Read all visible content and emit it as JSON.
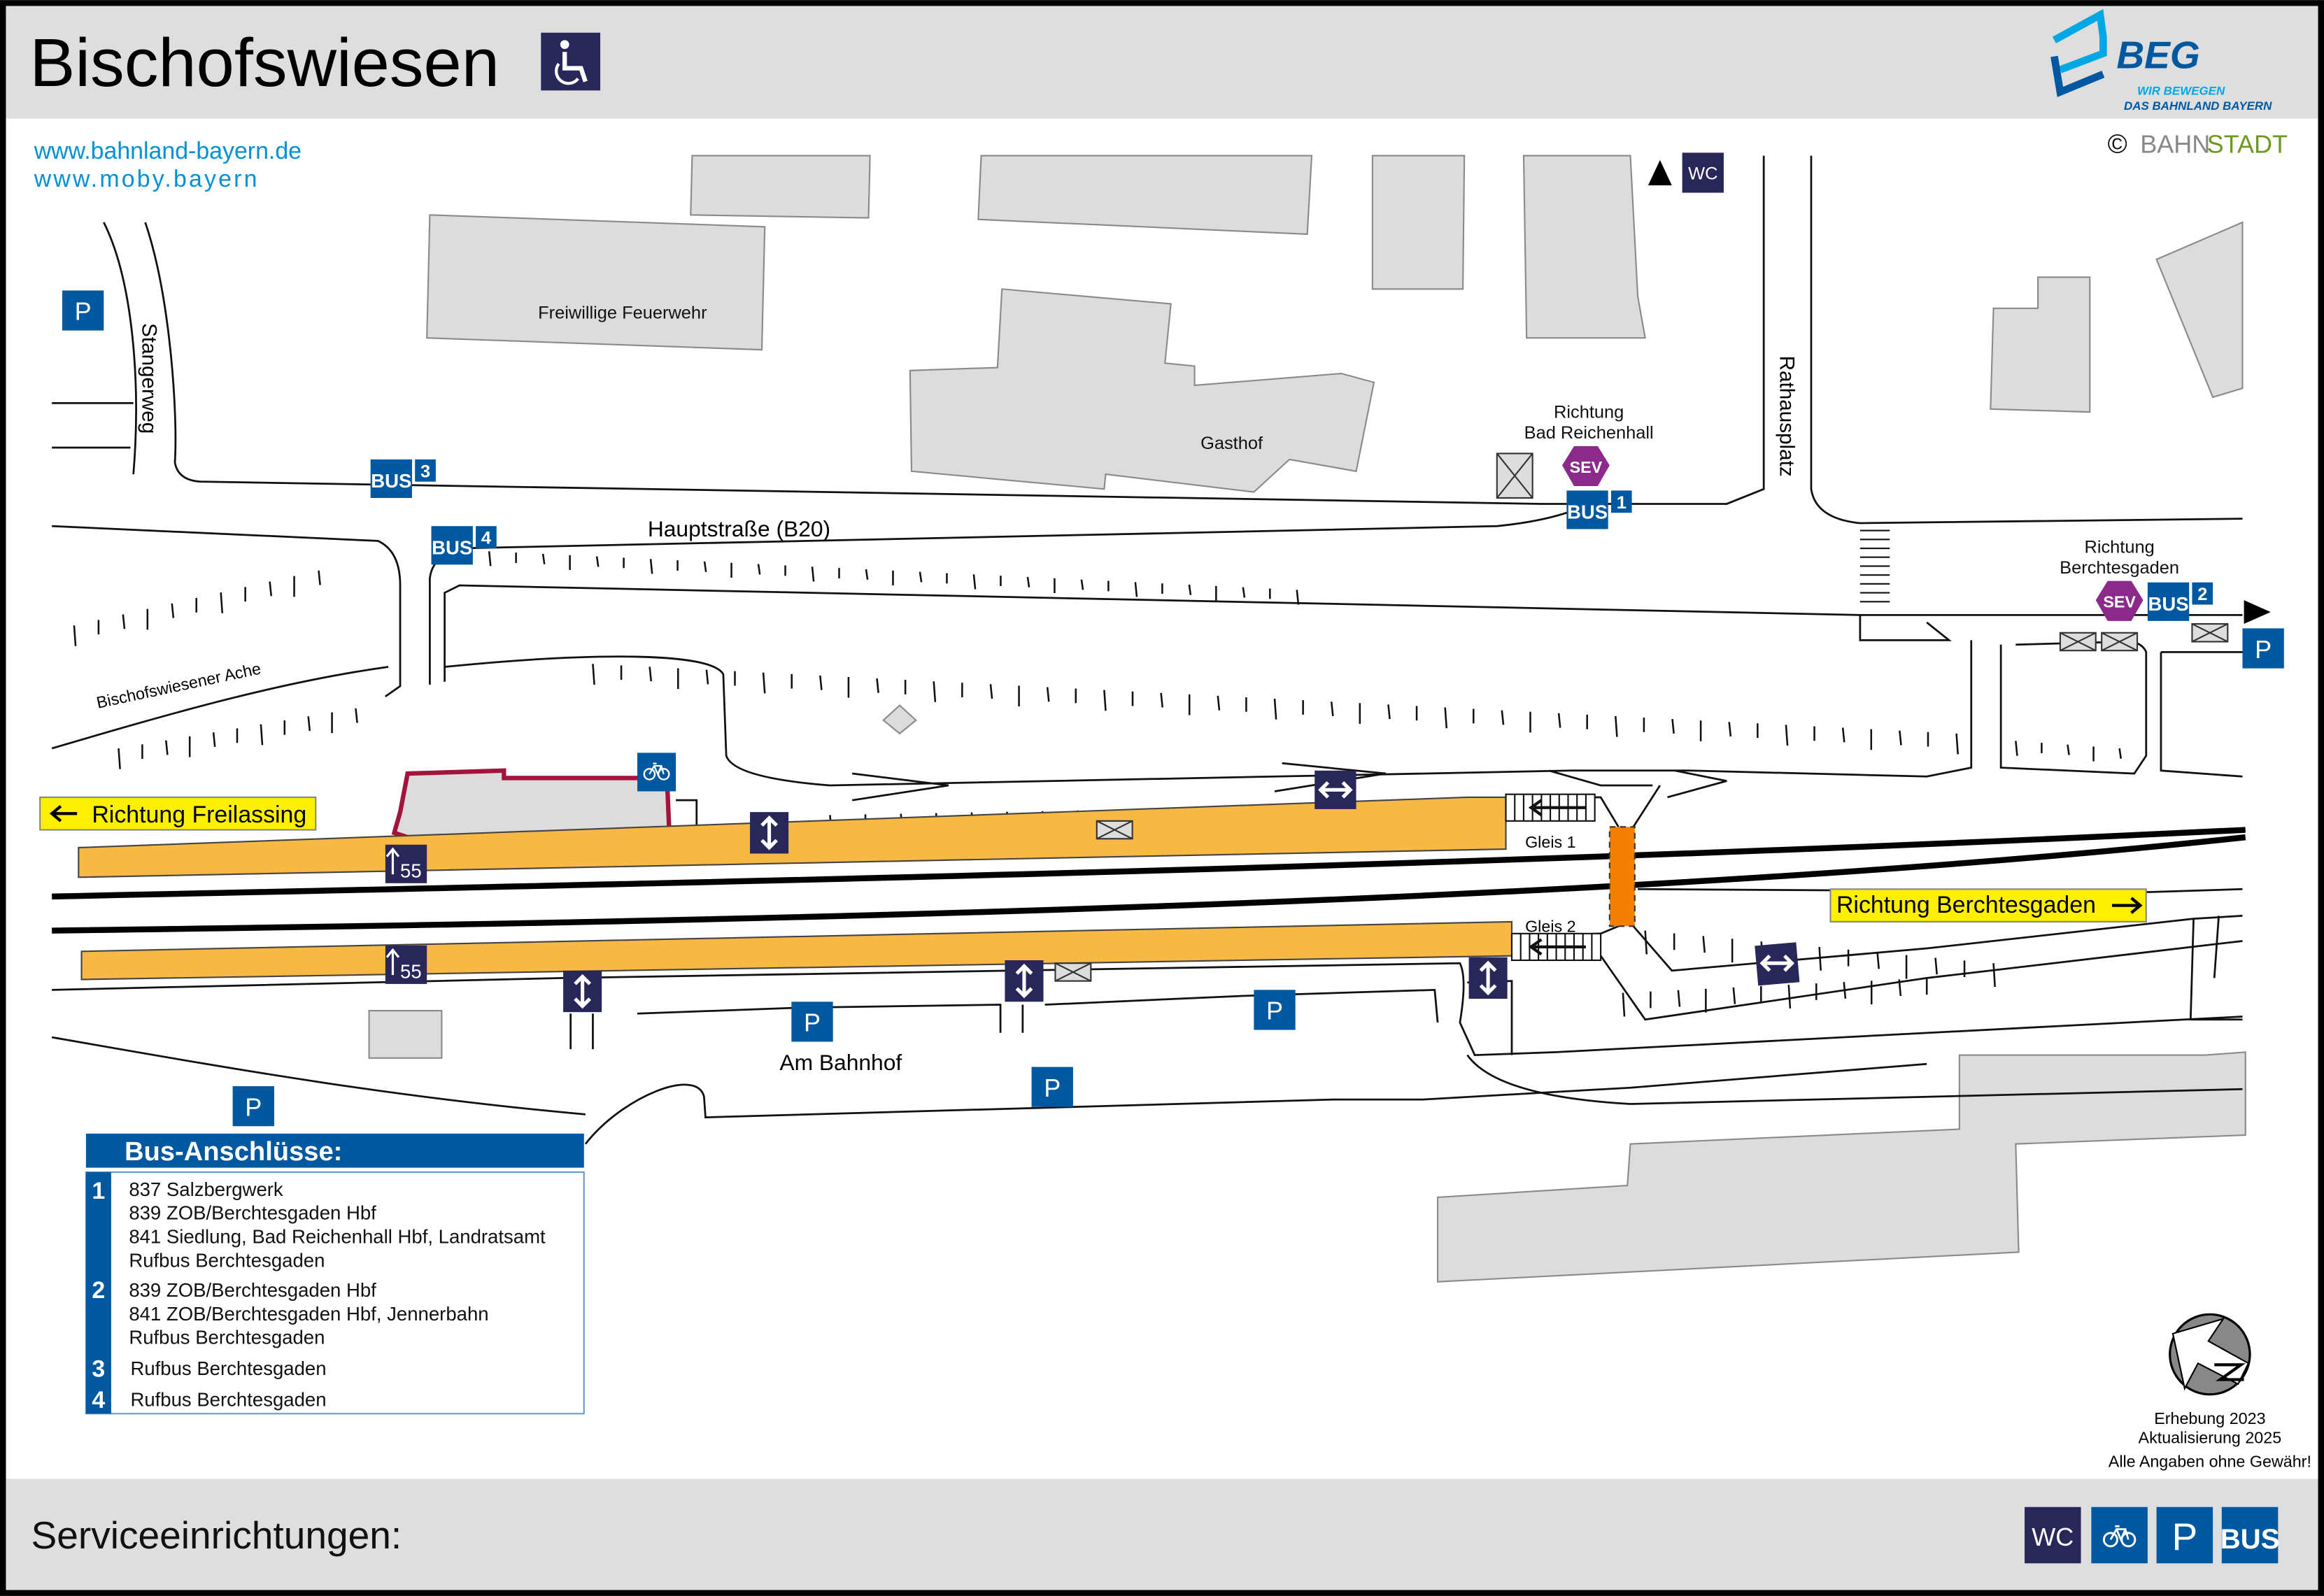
{
  "header": {
    "station_name": "Bischofswiesen",
    "accessibility_icon": "wheelchair-icon",
    "logo": {
      "name": "BEG",
      "tagline_1": "WIR BEWEGEN",
      "tagline_2": "DAS BAHNLAND BAYERN"
    },
    "links": [
      "www.bahnland-bayern.de",
      "www.moby.bayern"
    ],
    "copyright": {
      "symbol": "©",
      "part1": "BAHN",
      "part2": "STADT"
    }
  },
  "map": {
    "streets": {
      "stangerweg": "Stangerweg",
      "hauptstrasse": "Hauptstraße (B20)",
      "rathausplatz": "Rathausplatz",
      "am_bahnhof": "Am Bahnhof",
      "river": "Bischofswiesener Ache"
    },
    "buildings": {
      "feuerwehr": "Freiwillige Feuerwehr",
      "gasthof": "Gasthof"
    },
    "directions": {
      "freilassing": "Richtung Freilassing",
      "berchtesgaden": "Richtung Berchtesgaden",
      "bad_reichenhall_1": "Richtung",
      "bad_reichenhall_2": "Bad Reichenhall",
      "berchtesgaden_stop_1": "Richtung",
      "berchtesgaden_stop_2": "Berchtesgaden"
    },
    "platforms": {
      "gleis1": "Gleis 1",
      "gleis2": "Gleis 2",
      "height1": "55",
      "height2": "55"
    },
    "icons": {
      "wc": "WC",
      "parking": "P",
      "bus": "BUS",
      "sev": "SEV"
    },
    "bus_stops": [
      "1",
      "2",
      "3",
      "4"
    ]
  },
  "bus_connections": {
    "title": "Bus-Anschlüsse:",
    "stops": [
      {
        "number": "1",
        "lines": [
          "837 Salzbergwerk",
          "839 ZOB/Berchtesgaden Hbf",
          "841 Siedlung, Bad Reichenhall Hbf, Landratsamt",
          "Rufbus Berchtesgaden"
        ]
      },
      {
        "number": "2",
        "lines": [
          "839 ZOB/Berchtesgaden Hbf",
          "841 ZOB/Berchtesgaden Hbf, Jennerbahn",
          "Rufbus Berchtesgaden"
        ]
      },
      {
        "number": "3",
        "lines": [
          "Rufbus Berchtesgaden"
        ]
      },
      {
        "number": "4",
        "lines": [
          "Rufbus Berchtesgaden"
        ]
      }
    ]
  },
  "info": {
    "survey": "Erhebung 2023",
    "update": "Aktualisierung 2025",
    "disclaimer": "Alle Angaben ohne Gewähr!",
    "compass": "N"
  },
  "footer": {
    "label": "Serviceeinrichtungen:",
    "services": [
      {
        "icon": "wc-icon",
        "label": "WC"
      },
      {
        "icon": "bicycle-icon",
        "label": ""
      },
      {
        "icon": "parking-icon",
        "label": "P"
      },
      {
        "icon": "bus-icon",
        "label": "BUS"
      }
    ]
  },
  "colors": {
    "navy": "#29275a",
    "blue": "#0058a0",
    "sev": "#8c2a8c",
    "platform": "#f7b944",
    "bridge": "#f57f00",
    "sign": "#ffef00",
    "link": "#0090d8"
  }
}
